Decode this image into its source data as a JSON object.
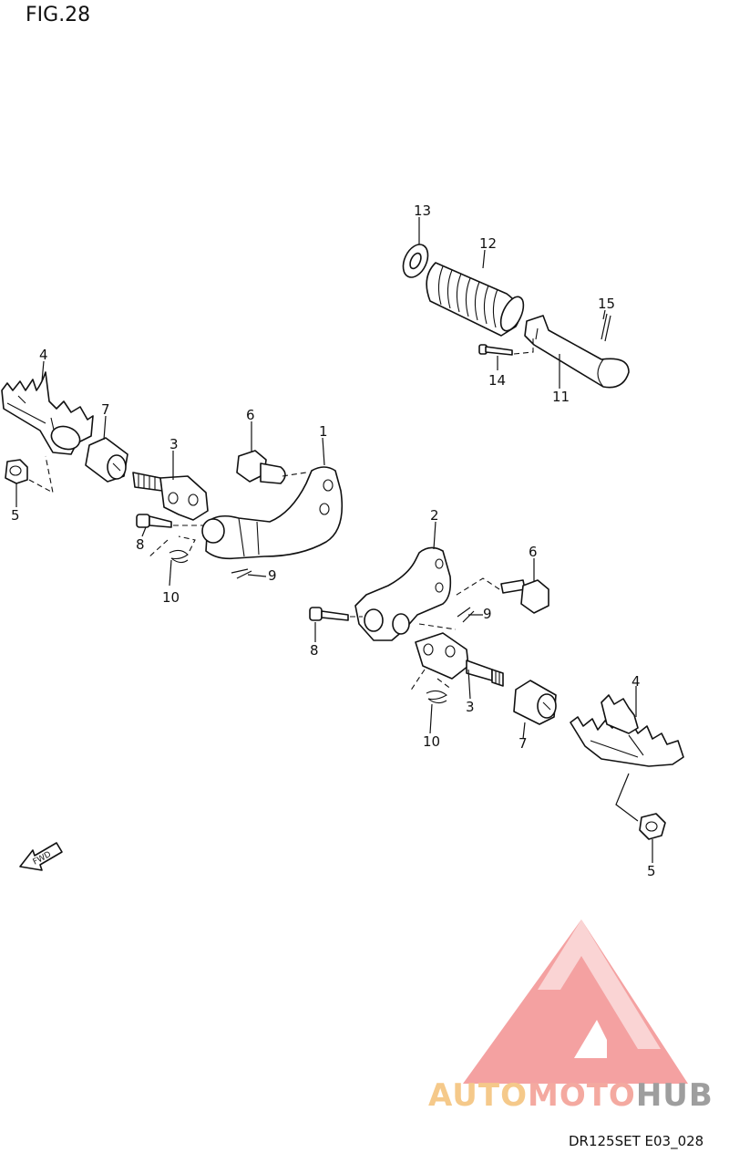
{
  "figure": {
    "title": "FIG.28",
    "code": "DR125SET E03_028"
  },
  "direction_marker": {
    "label": "FWD",
    "icon": "fwd-arrow-icon"
  },
  "callouts": [
    {
      "id": "c1",
      "label": "1"
    },
    {
      "id": "c2",
      "label": "2"
    },
    {
      "id": "c3a",
      "label": "3"
    },
    {
      "id": "c3b",
      "label": "3"
    },
    {
      "id": "c4a",
      "label": "4"
    },
    {
      "id": "c4b",
      "label": "4"
    },
    {
      "id": "c5a",
      "label": "5"
    },
    {
      "id": "c5b",
      "label": "5"
    },
    {
      "id": "c6a",
      "label": "6"
    },
    {
      "id": "c6b",
      "label": "6"
    },
    {
      "id": "c7a",
      "label": "7"
    },
    {
      "id": "c7b",
      "label": "7"
    },
    {
      "id": "c8a",
      "label": "8"
    },
    {
      "id": "c8b",
      "label": "8"
    },
    {
      "id": "c9a",
      "label": "9"
    },
    {
      "id": "c9b",
      "label": "9"
    },
    {
      "id": "c10a",
      "label": "10"
    },
    {
      "id": "c10b",
      "label": "10"
    },
    {
      "id": "c11",
      "label": "11"
    },
    {
      "id": "c12",
      "label": "12"
    },
    {
      "id": "c13",
      "label": "13"
    },
    {
      "id": "c14",
      "label": "14"
    },
    {
      "id": "c15",
      "label": "15"
    }
  ],
  "watermark": {
    "word_part1": "AUTO",
    "word_part2": "MOTO",
    "word_part3": "HUB",
    "colors": {
      "triangle": "#f4a1a1",
      "part1": "#f5c98a",
      "part2": "#f4a9a0",
      "part3": "#9e9e9e"
    }
  }
}
